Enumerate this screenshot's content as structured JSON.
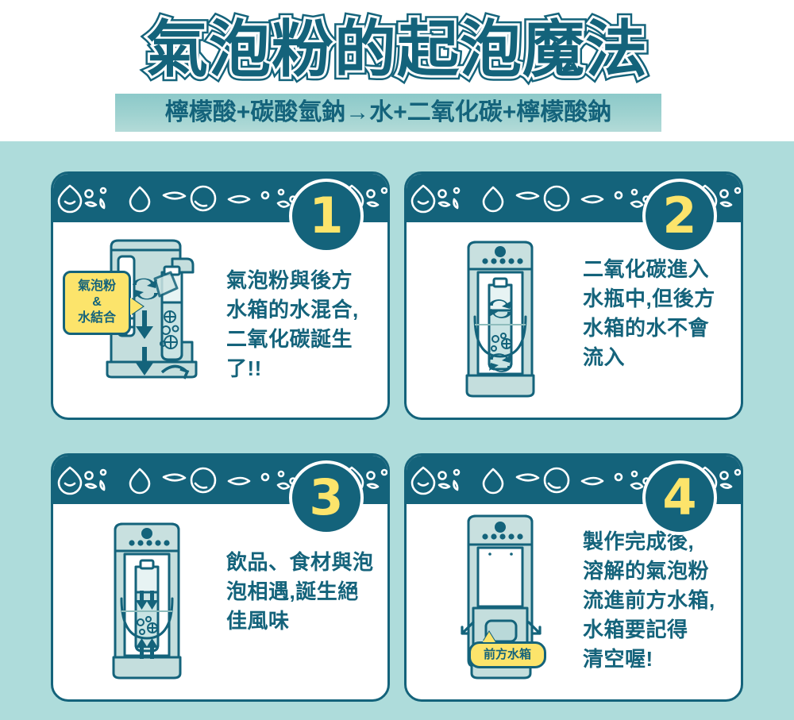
{
  "header": {
    "title": "氣泡粉的起泡魔法",
    "subtitle": "檸檬酸+碳酸氫鈉→水+二氧化碳+檸檬酸鈉"
  },
  "colors": {
    "dark_teal": "#14637b",
    "light_teal_bg": "#aedcdb",
    "subtitle_band": "#8cc9c9",
    "accent_yellow": "#fce46b",
    "panel_white": "#ffffff",
    "illustration_fill": "#bcdcdc"
  },
  "panels": [
    {
      "number": "1",
      "caption": "氣泡粉與後方\n水箱的水混合,\n二氧化碳誕生\n了!!",
      "callout": "氣泡粉\n&\n水結合",
      "illustration": "soda-machine-side-view"
    },
    {
      "number": "2",
      "caption": "二氧化碳進入\n水瓶中,但後方\n水箱的水不會\n流入",
      "callout": null,
      "illustration": "soda-machine-front-bottle"
    },
    {
      "number": "3",
      "caption": "飲品、食材與泡\n泡相遇,誕生絕\n佳風味",
      "callout": null,
      "illustration": "soda-machine-front-arrows"
    },
    {
      "number": "4",
      "caption": "製作完成後,\n溶解的氣泡粉\n流進前方水箱,\n水箱要記得\n清空喔!",
      "callout": "前方水箱",
      "illustration": "soda-machine-front-tank"
    }
  ]
}
